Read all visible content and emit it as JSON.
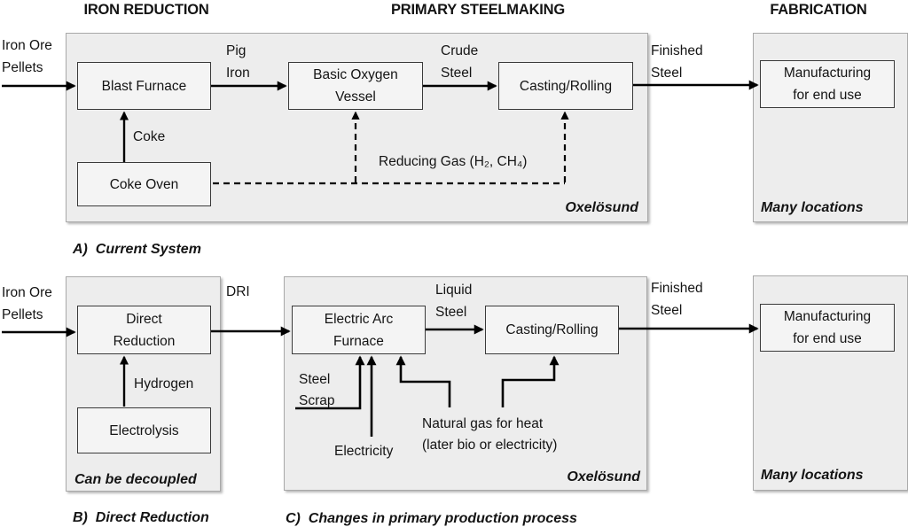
{
  "headers": {
    "iron_reduction": "IRON REDUCTION",
    "primary_steelmaking": "PRIMARY STEELMAKING",
    "fabrication": "FABRICATION"
  },
  "panel_a": {
    "caption": "A)  Current System",
    "location": "Oxelösund",
    "boxes": {
      "blast_furnace": "Blast Furnace",
      "basic_oxygen_vessel": "Basic Oxygen\nVessel",
      "casting_rolling": "Casting/Rolling",
      "coke_oven": "Coke Oven"
    },
    "flows": {
      "iron_ore_pellets": "Iron Ore\nPellets",
      "pig_iron": "Pig\nIron",
      "crude_steel": "Crude\nSteel",
      "finished_steel": "Finished\nSteel",
      "coke": "Coke",
      "reducing_gas": "Reducing Gas (H₂, CH₄)"
    }
  },
  "panel_b": {
    "caption": "B)  Direct Reduction",
    "note": "Can be decoupled",
    "boxes": {
      "direct_reduction": "Direct\nReduction",
      "electrolysis": "Electrolysis"
    },
    "flows": {
      "iron_ore_pellets": "Iron Ore\nPellets",
      "dri": "DRI",
      "hydrogen": "Hydrogen"
    }
  },
  "panel_c": {
    "caption": "C)  Changes in primary production process",
    "location": "Oxelösund",
    "boxes": {
      "electric_arc_furnace": "Electric Arc\nFurnace",
      "casting_rolling": "Casting/Rolling"
    },
    "flows": {
      "liquid_steel": "Liquid\nSteel",
      "finished_steel": "Finished\nSteel",
      "steel_scrap": "Steel\nScrap",
      "electricity": "Electricity",
      "natural_gas": "Natural gas for heat\n(later bio or electricity)"
    }
  },
  "fabrication": {
    "box": "Manufacturing\nfor end use",
    "note": "Many locations"
  },
  "colors": {
    "panel_fill": "#ededed",
    "panel_border": "#a9a9a9",
    "node_fill": "#f4f4f4",
    "node_border": "#3a3a3a",
    "line": "#000000",
    "text": "#141414"
  }
}
